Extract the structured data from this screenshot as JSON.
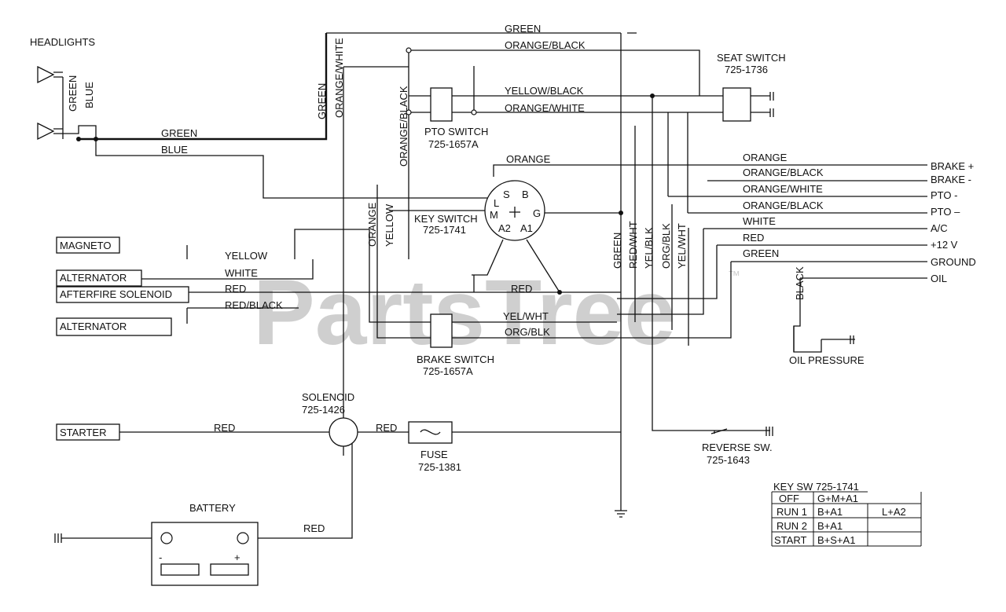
{
  "watermark": {
    "text": "PartsTree",
    "tm": "™"
  },
  "components": {
    "headlights": "HEADLIGHTS",
    "seat_switch": "SEAT SWITCH",
    "seat_switch_pn": "725-1736",
    "pto_switch": "PTO SWITCH",
    "pto_switch_pn": "725-1657A",
    "key_switch": "KEY SWITCH",
    "key_switch_pn": "725-1741",
    "brake_switch": "BRAKE SWITCH",
    "brake_switch_pn": "725-1657A",
    "solenoid": "SOLENOID",
    "solenoid_pn": "725-1426",
    "fuse": "FUSE",
    "fuse_pn": "725-1381",
    "battery": "BATTERY",
    "battery_minus": "-",
    "battery_plus": "+",
    "reverse_sw": "REVERSE SW.",
    "reverse_sw_pn": "725-1643",
    "oil_pressure": "OIL PRESSURE",
    "magneto": "MAGNETO",
    "alternator_1": "ALTERNATOR",
    "afterfire": "AFTERFIRE SOLENOID",
    "alternator_2": "ALTERNATOR",
    "starter": "STARTER"
  },
  "key_terminals": {
    "L": "L",
    "S": "S",
    "B": "B",
    "M": "M",
    "G": "G",
    "A2": "A2",
    "A1": "A1"
  },
  "wires": {
    "green_top": "GREEN",
    "orange_black_top": "ORANGE/BLACK",
    "yellow_black": "YELLOW/BLACK",
    "orange_white": "ORANGE/WHITE",
    "green_head": "GREEN",
    "blue_head": "BLUE",
    "orange_key": "ORANGE",
    "yellow_left": "YELLOW",
    "white_left": "WHITE",
    "red_left": "RED",
    "red_black_left": "RED/BLACK",
    "red_mid": "RED",
    "yel_wht_mid": "YEL/WHT",
    "org_blk_mid": "ORG/BLK",
    "red_starter": "RED",
    "red_solenoid_fuse": "RED",
    "red_battery": "RED",
    "v_green_hl": "GREEN",
    "v_blue_hl": "BLUE",
    "v_green": "GREEN",
    "v_orange_white": "ORANGE/WHITE",
    "v_orange_black": "ORANGE/BLACK",
    "v_orange": "ORANGE",
    "v_yellow": "YELLOW",
    "v_green_r": "GREEN",
    "v_red_wht": "RED/WHT",
    "v_yel_blk": "YEL/BLK",
    "v_org_blk": "ORG/BLK",
    "v_yel_wht": "YEL/WHT",
    "v_black": "BLACK"
  },
  "harness": [
    {
      "wire": "ORANGE",
      "terminal": "BRAKE +"
    },
    {
      "wire": "ORANGE/BLACK",
      "terminal": "BRAKE -"
    },
    {
      "wire": "ORANGE/WHITE",
      "terminal": "PTO -"
    },
    {
      "wire": "ORANGE/BLACK",
      "terminal": "PTO –"
    },
    {
      "wire": "WHITE",
      "terminal": "A/C"
    },
    {
      "wire": "RED",
      "terminal": "+12 V"
    },
    {
      "wire": "GREEN",
      "terminal": "GROUND"
    },
    {
      "wire": "",
      "terminal": "OIL"
    }
  ],
  "key_table": {
    "title": "KEY SW 725-1741",
    "rows": [
      {
        "pos": "OFF",
        "circuit": "G+M+A1",
        "extra": ""
      },
      {
        "pos": "RUN 1",
        "circuit": "B+A1",
        "extra": "L+A2"
      },
      {
        "pos": "RUN 2",
        "circuit": "B+A1",
        "extra": ""
      },
      {
        "pos": "START",
        "circuit": "B+S+A1",
        "extra": ""
      }
    ]
  }
}
